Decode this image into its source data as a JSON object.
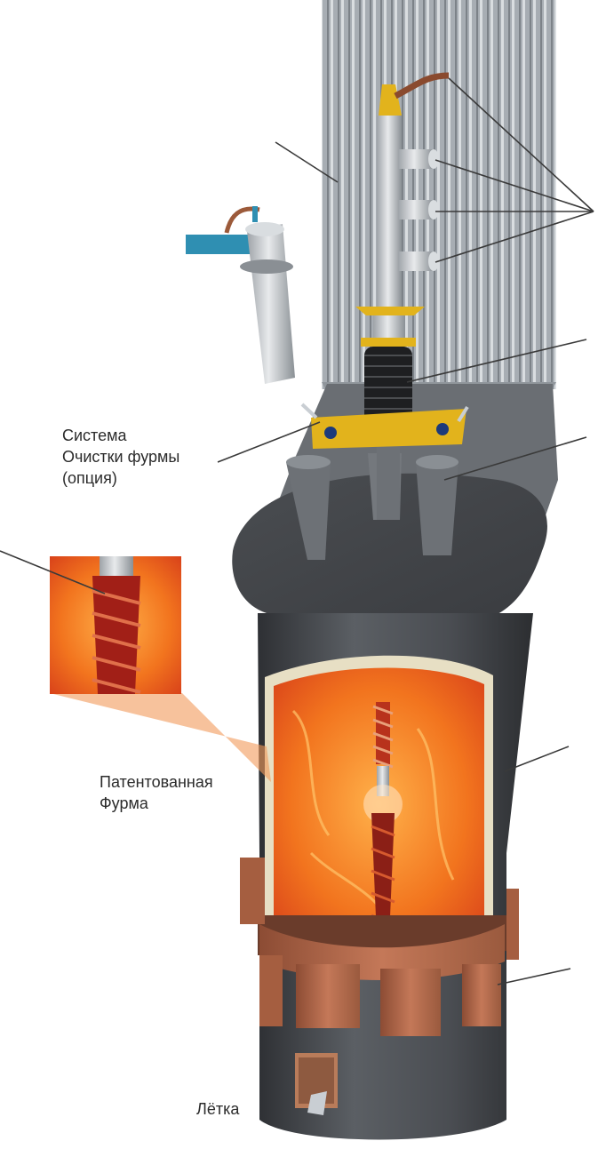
{
  "labels": {
    "lance_cleaning": {
      "lines": [
        "Система",
        "Очистки фурмы",
        "(опция)"
      ]
    },
    "patented_lance": {
      "lines": [
        "Патентованная",
        "Фурма"
      ]
    },
    "taphole": "Лётка"
  },
  "colors": {
    "flame_orange": "#f26a1b",
    "flame_red": "#a81f14",
    "furnace_body": "#55585c",
    "copper_block": "#b4694a",
    "offgas_duct": "#9aa0a6",
    "lance_yellow": "#e2b31c",
    "water_pipe": "#2f8fb2"
  }
}
